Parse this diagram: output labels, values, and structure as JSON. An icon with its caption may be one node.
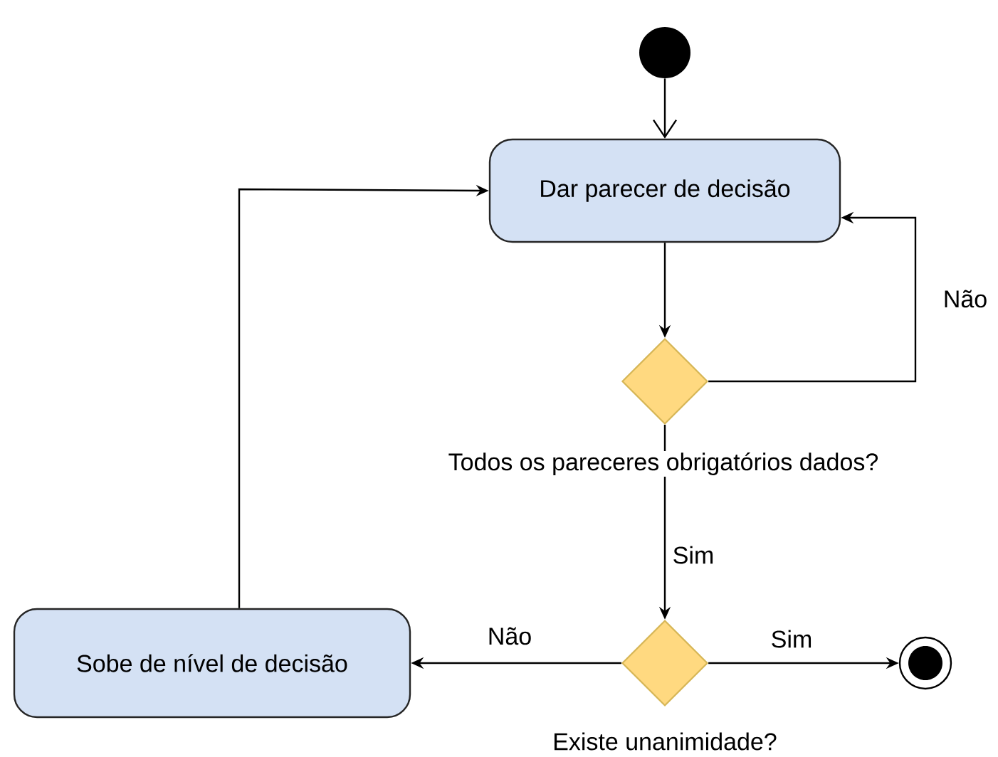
{
  "diagram": {
    "nodes": [
      {
        "text": [],
        "shape": "circle"
      },
      {
        "text": [
          "Dar parecer de decisão"
        ]
      },
      {
        "text": [],
        "shape": "diamond",
        "beside": [
          "Todos os pareceres obrigatórios dados?"
        ]
      },
      {
        "text": [],
        "shape": "diamond",
        "beside": [
          "Existe unanimidade?"
        ]
      },
      {
        "text": [
          "Sobe de nível de decisão"
        ]
      },
      {
        "text": [],
        "shape": "circle"
      }
    ],
    "edges": [
      {
        "from": 0,
        "to": 1,
        "arrow": "to"
      },
      {
        "from": 1,
        "to": 2,
        "arrow": "to"
      },
      {
        "from": 2,
        "to": 1,
        "arrow": "to",
        "label": "Não"
      },
      {
        "from": 2,
        "to": 3,
        "arrow": "to",
        "label": "Sim"
      },
      {
        "from": 3,
        "to": 4,
        "arrow": "to",
        "label": "Não"
      },
      {
        "from": 3,
        "to": 5,
        "arrow": "to",
        "label": "Sim"
      },
      {
        "from": 4,
        "to": 1,
        "arrow": "to"
      }
    ]
  }
}
